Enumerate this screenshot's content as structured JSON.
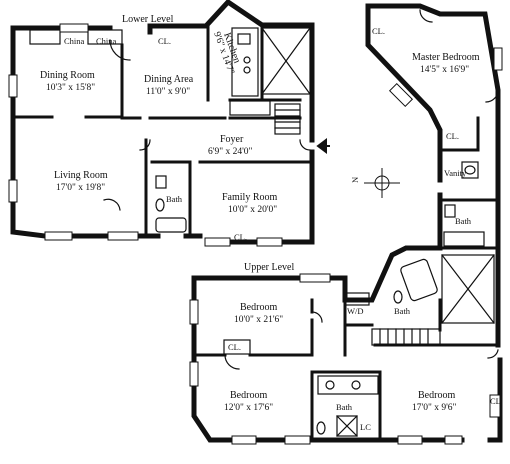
{
  "sections": {
    "lower": "Lower Level",
    "upper": "Upper Level"
  },
  "rooms": {
    "china_left": "China",
    "china_right": "China",
    "cl_lower_top": "CL.",
    "kitchen_name": "Kitchen",
    "kitchen_dim": "9'6\" x 14'7\"",
    "dining_room_name": "Dining Room",
    "dining_room_dim": "10'3\" x 15'8\"",
    "dining_area_name": "Dining Area",
    "dining_area_dim": "11'0\" x 9'0\"",
    "foyer_name": "Foyer",
    "foyer_dim": "6'9\" x 24'0\"",
    "living_room_name": "Living Room",
    "living_room_dim": "17'0\" x 19'8\"",
    "bath_lower": "Bath",
    "family_room_name": "Family Room",
    "family_room_dim": "10'0\" x 20'0\"",
    "cl_family": "CL.",
    "cl_master_top": "CL.",
    "master_bedroom_name": "Master Bedroom",
    "master_bedroom_dim": "14'5\" x 16'9\"",
    "cl_master_side": "CL.",
    "vanity": "Vanity",
    "bath_master": "Bath",
    "bath_upper_mid": "Bath",
    "wd": "W/D",
    "bedroom1_name": "Bedroom",
    "bedroom1_dim": "10'0\" x 21'6\"",
    "cl_bedroom1": "CL.",
    "bedroom2_name": "Bedroom",
    "bedroom2_dim": "12'0\" x 17'6\"",
    "bath_upper": "Bath",
    "lc": "LC",
    "bedroom3_name": "Bedroom",
    "bedroom3_dim": "17'0\" x 9'6\"",
    "cl_bedroom3": "CL"
  },
  "compass": {
    "north": "N"
  }
}
